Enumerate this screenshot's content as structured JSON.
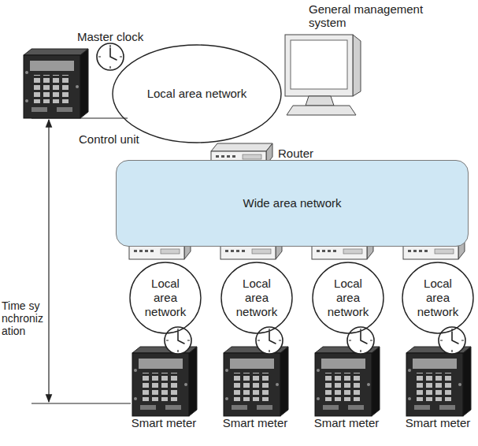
{
  "diagram": {
    "nodes": [
      {
        "text": [
          "Local area network"
        ]
      },
      {
        "text": [
          "Wide area network"
        ]
      },
      {
        "text": [
          "Local area network"
        ]
      },
      {
        "text": [
          "Local area network"
        ]
      },
      {
        "text": [
          "Local area network"
        ]
      },
      {
        "text": [
          "Local area network"
        ]
      }
    ],
    "labels": [
      "Master clock",
      "General management system",
      "Control unit",
      "Router",
      "Time synchronization",
      "Smart meter",
      "Smart meter",
      "Smart meter",
      "Smart meter"
    ]
  }
}
